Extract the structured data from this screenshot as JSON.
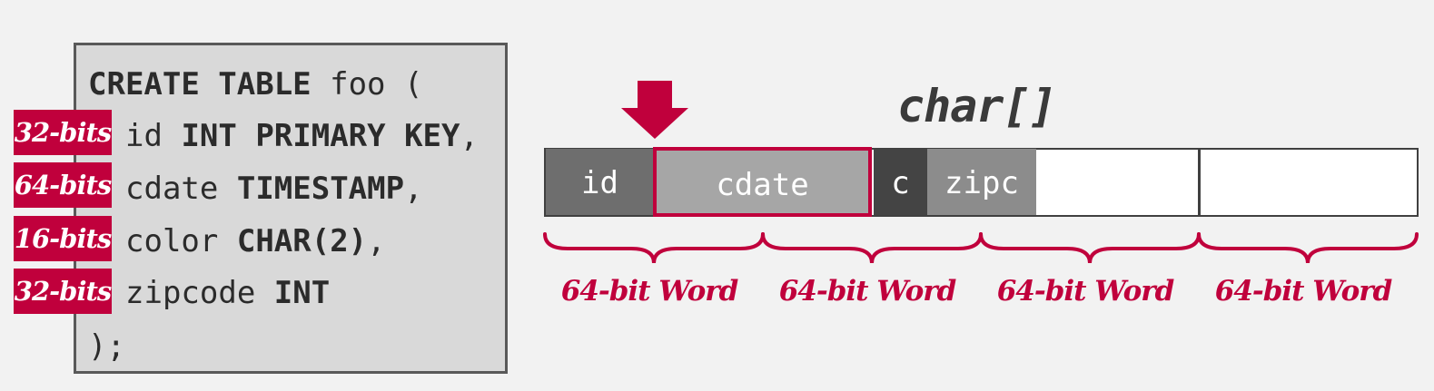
{
  "code": {
    "line1": {
      "kw": "CREATE TABLE",
      "rest": " foo ("
    },
    "line2": {
      "name": "id",
      "type": "INT PRIMARY KEY",
      "tail": ","
    },
    "line3": {
      "name": "cdate",
      "type": "TIMESTAMP",
      "tail": ","
    },
    "line4": {
      "name": "color",
      "type": "CHAR(2)",
      "tail": ","
    },
    "line5": {
      "name": "zipcode",
      "type": "INT",
      "tail": ""
    },
    "line6": ");"
  },
  "badges": [
    "32-bits",
    "64-bits",
    "16-bits",
    "32-bits"
  ],
  "layout_title": "char[]",
  "fields": [
    "id",
    "cdate",
    "c",
    "zipc"
  ],
  "word_labels": [
    "64-bit Word",
    "64-bit Word",
    "64-bit Word",
    "64-bit Word"
  ],
  "colors": {
    "accent": "#c0003c",
    "field_id": "#6e6e6e",
    "field_cdate": "#a6a6a6",
    "field_c": "#444444",
    "field_zipc": "#8c8c8c",
    "code_bg": "#d9d9d9"
  }
}
